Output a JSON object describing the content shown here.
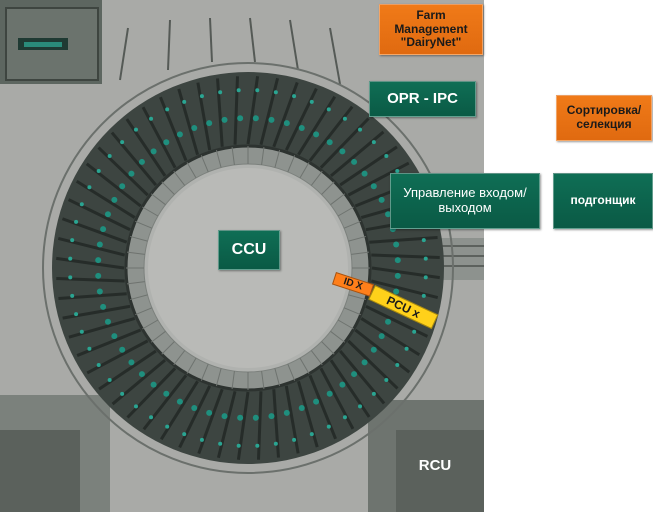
{
  "labels": {
    "farm_management": "Farm Management \"DairyNet\"",
    "opr_ipc": "OPR -  IPC",
    "sorting": "Сортировка/ селекция",
    "entry_exit": "Управление входом/выходом",
    "pusher": "подгонщик",
    "ccu": "CCU",
    "id_x": "ID X",
    "pcu_x": "PCU x",
    "rcu": "RCU"
  },
  "colors": {
    "green_box": "#0c6550",
    "orange_box": "#f07a18",
    "id_tag": "#ff7f1a",
    "pcu_tag": "#ffd11a"
  }
}
